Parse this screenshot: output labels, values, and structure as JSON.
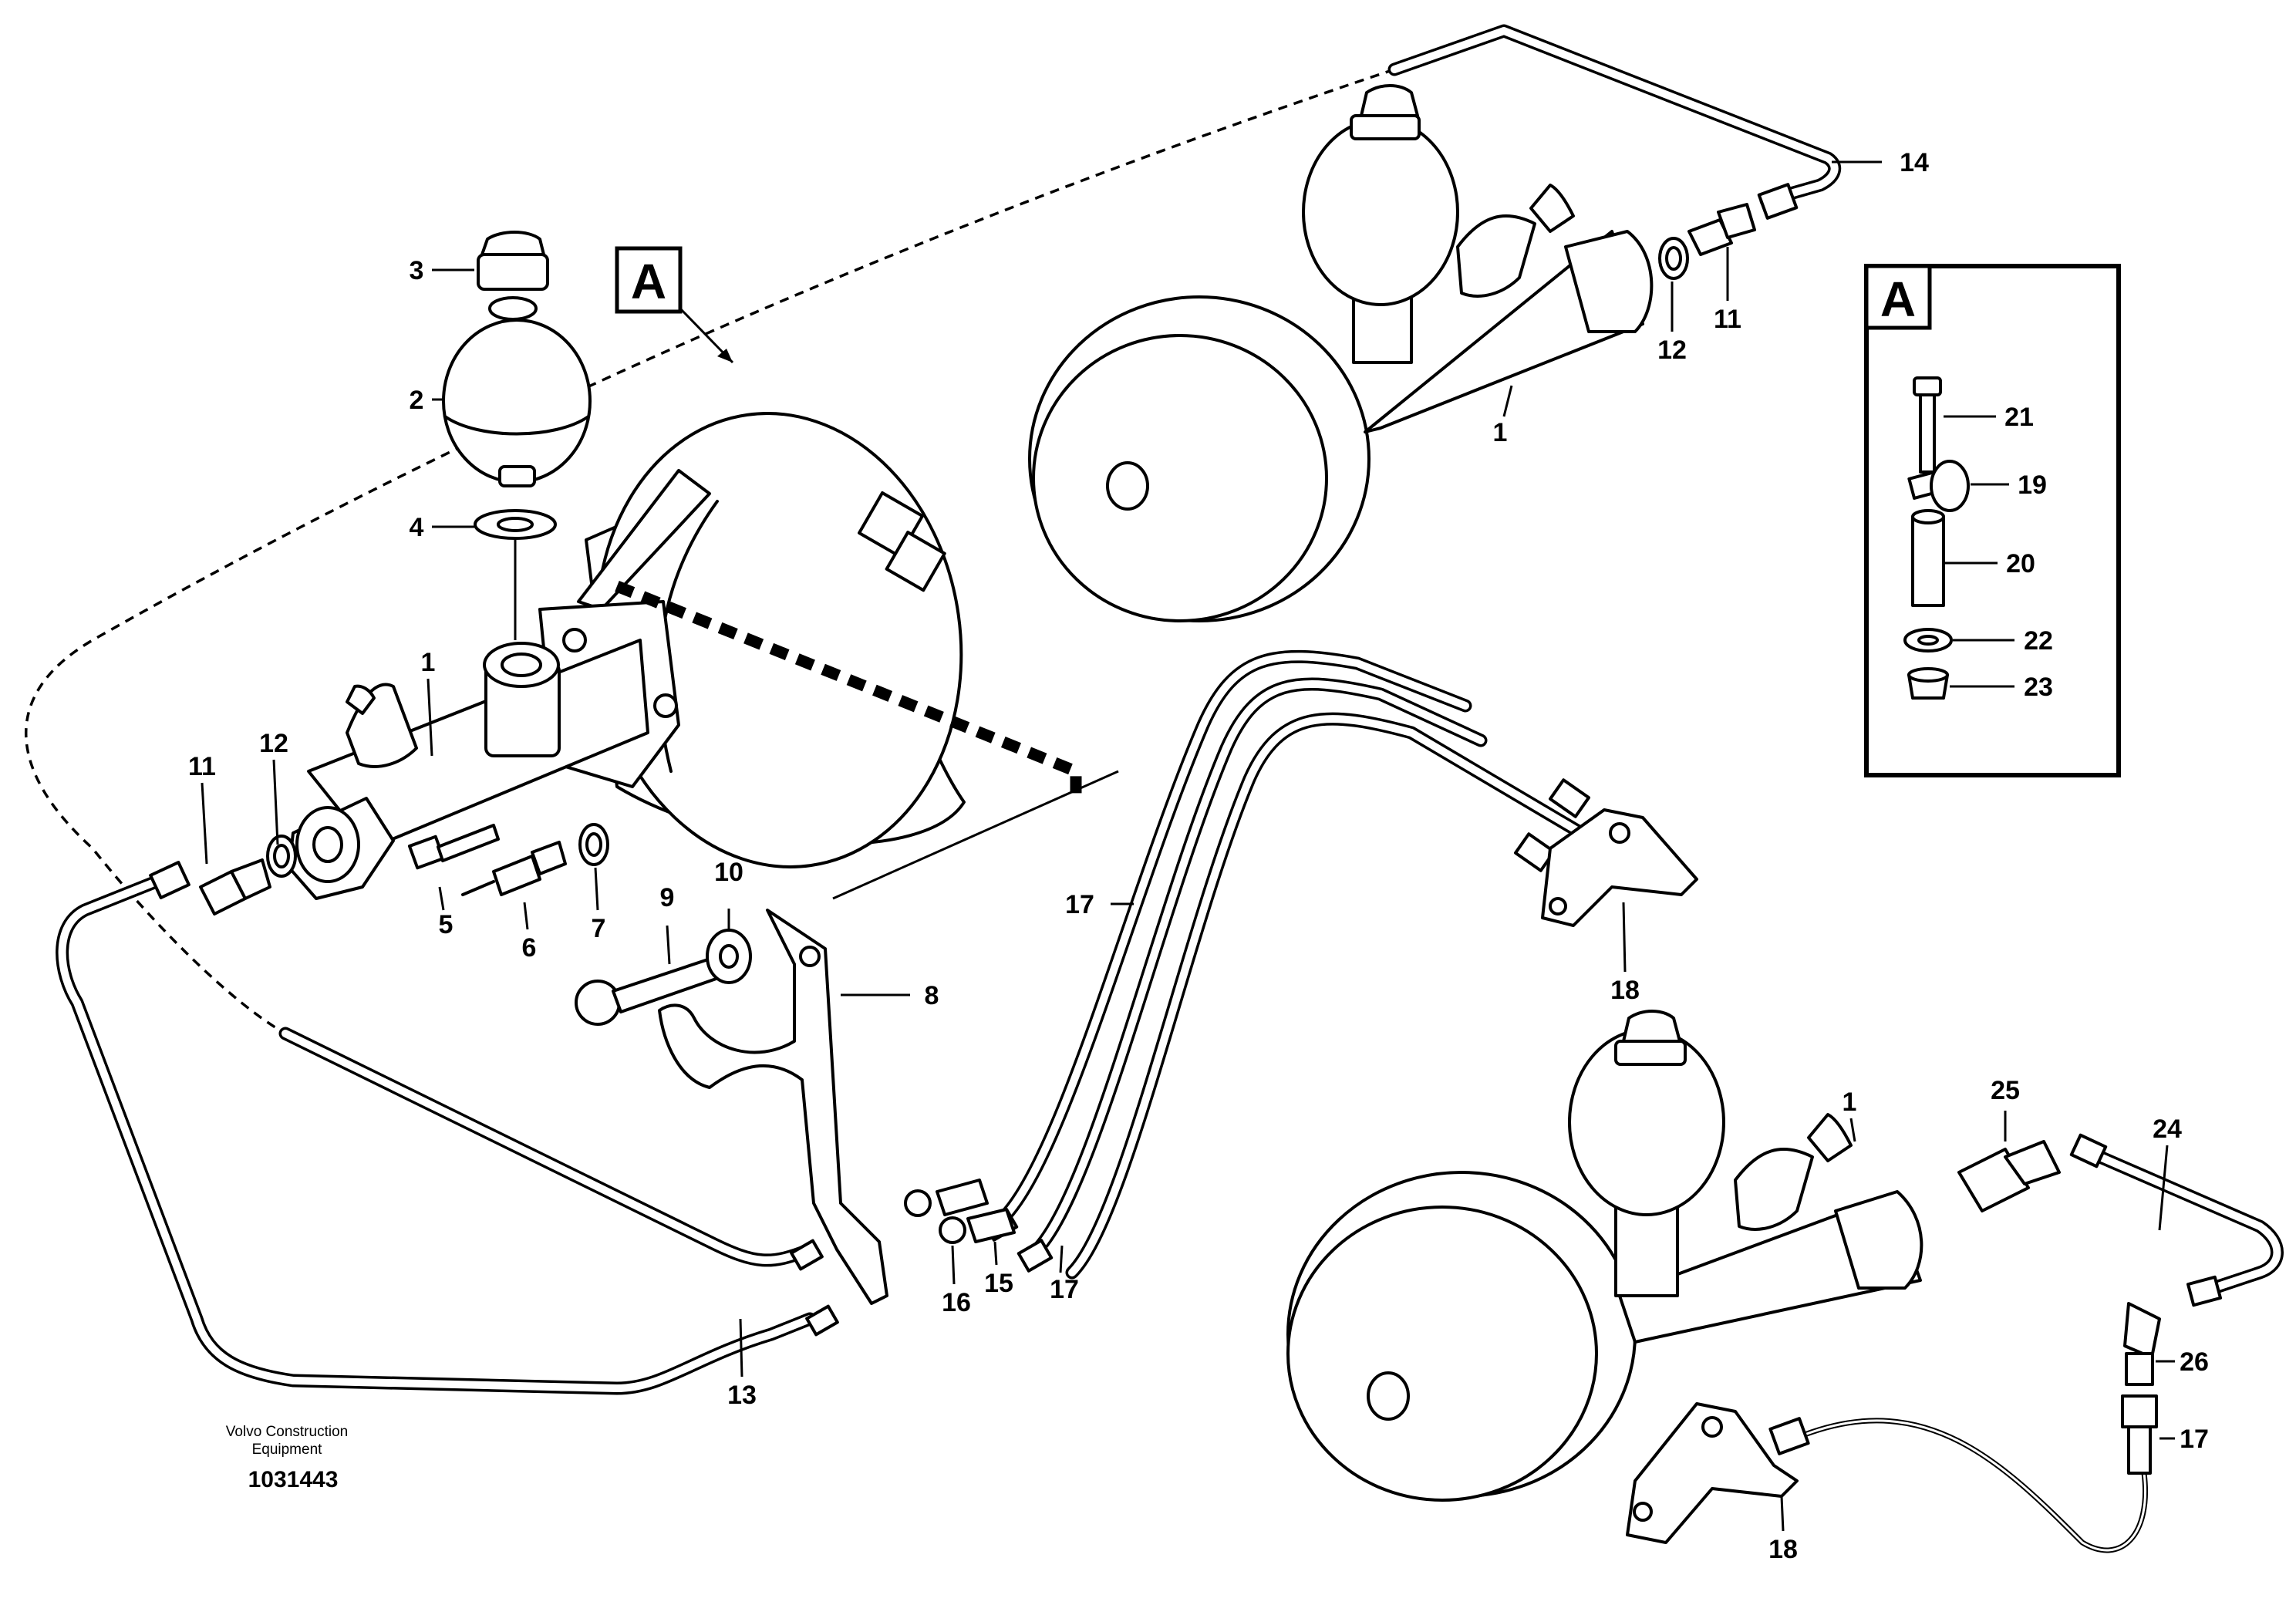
{
  "callouts": {
    "c1a": "1",
    "c1b": "1",
    "c1c": "1",
    "c2": "2",
    "c3": "3",
    "c4": "4",
    "c5": "5",
    "c6": "6",
    "c7": "7",
    "c8": "8",
    "c9": "9",
    "c10": "10",
    "c11a": "11",
    "c11b": "11",
    "c12a": "12",
    "c12b": "12",
    "c13": "13",
    "c14": "14",
    "c15": "15",
    "c16": "16",
    "c17a": "17",
    "c17b": "17",
    "c17c": "17",
    "c18a": "18",
    "c18b": "18",
    "c19": "19",
    "c20": "20",
    "c21": "21",
    "c22": "22",
    "c23": "23",
    "c24": "24",
    "c25": "25",
    "c26": "26"
  },
  "detail": {
    "view_label_main": "A",
    "view_label_inset": "A"
  },
  "footer": {
    "maker_line1": "Volvo Construction",
    "maker_line2": "Equipment",
    "doc_number": "1031443"
  },
  "colors": {
    "line": "#000000",
    "background": "#ffffff"
  }
}
